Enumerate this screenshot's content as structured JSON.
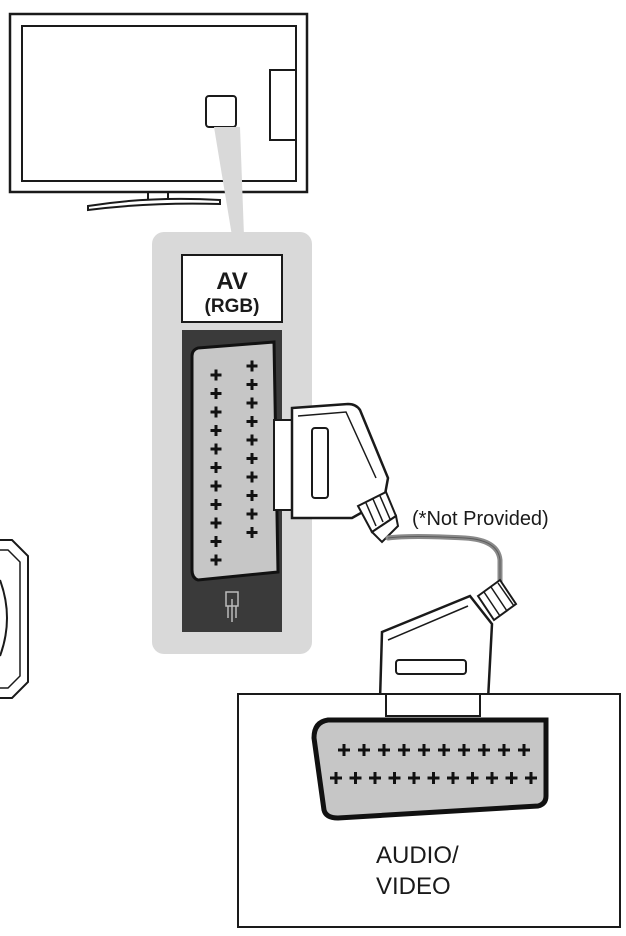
{
  "panel": {
    "label_main": "AV",
    "label_sub": "(RGB)"
  },
  "cable": {
    "note": "(*Not Provided)"
  },
  "device": {
    "label_line1": "AUDIO/",
    "label_line2": "VIDEO"
  },
  "colors": {
    "stroke": "#1a1a1a",
    "panel_bg": "#d9d9d9",
    "panel_dark": "#3a3a3a",
    "port_fill": "#c6c6c6",
    "cable": "#8a8a8a"
  }
}
